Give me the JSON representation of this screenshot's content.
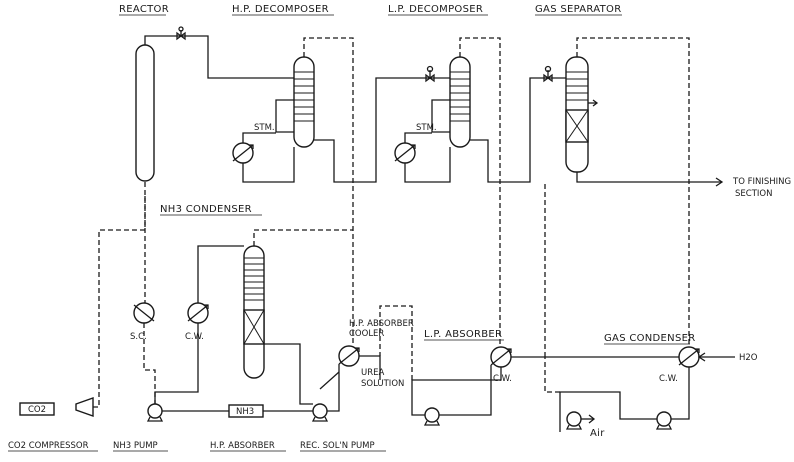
{
  "labels": {
    "reactor": "REACTOR",
    "hp_decomposer": "H.P. DECOMPOSER",
    "lp_decomposer": "L.P. DECOMPOSER",
    "gas_separator": "GAS SEPARATOR",
    "nh3_condenser": "NH3 CONDENSER",
    "to_finishing_1": "TO FINISHING",
    "to_finishing_2": "SECTION",
    "stm_1": "STM.",
    "stm_2": "STM.",
    "sc": "S.C.",
    "cw_1": "C.W.",
    "cw_2": "C.W.",
    "cw_3": "C.W.",
    "hp_abs_cooler_1": "H.P. ABSORBER",
    "hp_abs_cooler_2": "COOLER",
    "urea_solution_1": "UREA",
    "urea_solution_2": "SOLUTION",
    "lp_absorber": "L.P. ABSORBER",
    "gas_condenser": "GAS CONDENSER",
    "h2o": "H2O",
    "air": "Air",
    "co2_box": "CO2",
    "nh3_box": "NH3",
    "co2_compressor": "CO2 COMPRESSOR",
    "nh3_pump": "NH3 PUMP",
    "hp_absorber": "H.P. ABSORBER",
    "rec_soln_pump": "REC. SOL'N PUMP"
  }
}
